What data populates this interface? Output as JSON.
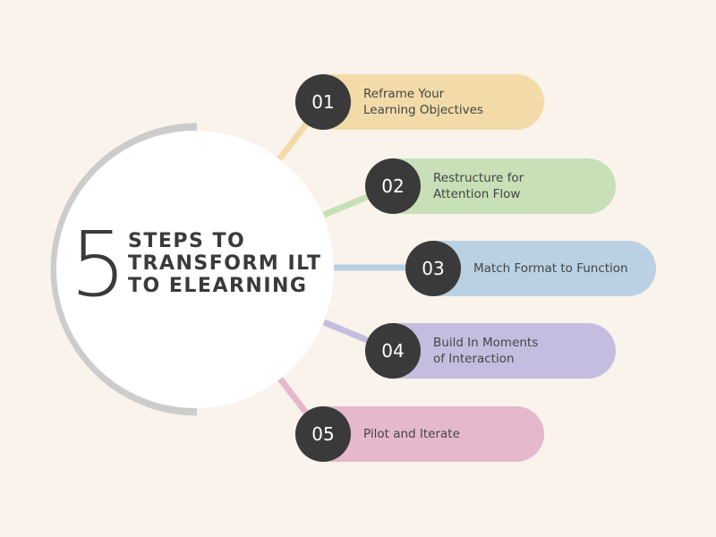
{
  "title": {
    "number": "5",
    "lines": [
      "STEPS TO",
      "TRANSFORM ILT",
      "TO ELEARNING"
    ]
  },
  "colors": {
    "background": "#faf3ec",
    "badge": "#3a3a3a",
    "arc": "#cccccc"
  },
  "steps": [
    {
      "number": "01",
      "line1": "Reframe Your",
      "line2": "Learning Objectives",
      "color": "#f2dba8"
    },
    {
      "number": "02",
      "line1": "Restructure for",
      "line2": "Attention Flow",
      "color": "#c7e0b8"
    },
    {
      "number": "03",
      "line1": "Match Format to Function",
      "line2": "",
      "color": "#b9d1e3"
    },
    {
      "number": "04",
      "line1": "Build In Moments",
      "line2": "of Interaction",
      "color": "#c5bde0"
    },
    {
      "number": "05",
      "line1": "Pilot and Iterate",
      "line2": "",
      "color": "#e5b8cc"
    }
  ]
}
